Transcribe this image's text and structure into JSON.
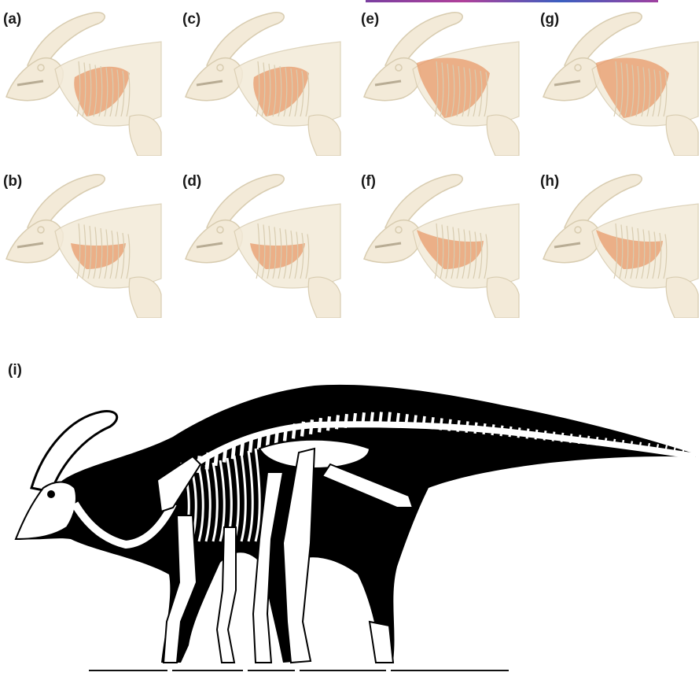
{
  "panels": [
    {
      "label": "(a)",
      "id": "a"
    },
    {
      "label": "(c)",
      "id": "c"
    },
    {
      "label": "(e)",
      "id": "e"
    },
    {
      "label": "(g)",
      "id": "g"
    },
    {
      "label": "(b)",
      "id": "b"
    },
    {
      "label": "(d)",
      "id": "d"
    },
    {
      "label": "(f)",
      "id": "f"
    },
    {
      "label": "(h)",
      "id": "h"
    }
  ],
  "skeleton_panel": {
    "label": "(i)"
  },
  "colors": {
    "bone_faint": "#f3ead8",
    "bone_outline": "#d8ccb0",
    "muscle": "#e89a6a",
    "silhouette": "#000000",
    "bone": "#ffffff",
    "banner": "#8a3fa8"
  }
}
